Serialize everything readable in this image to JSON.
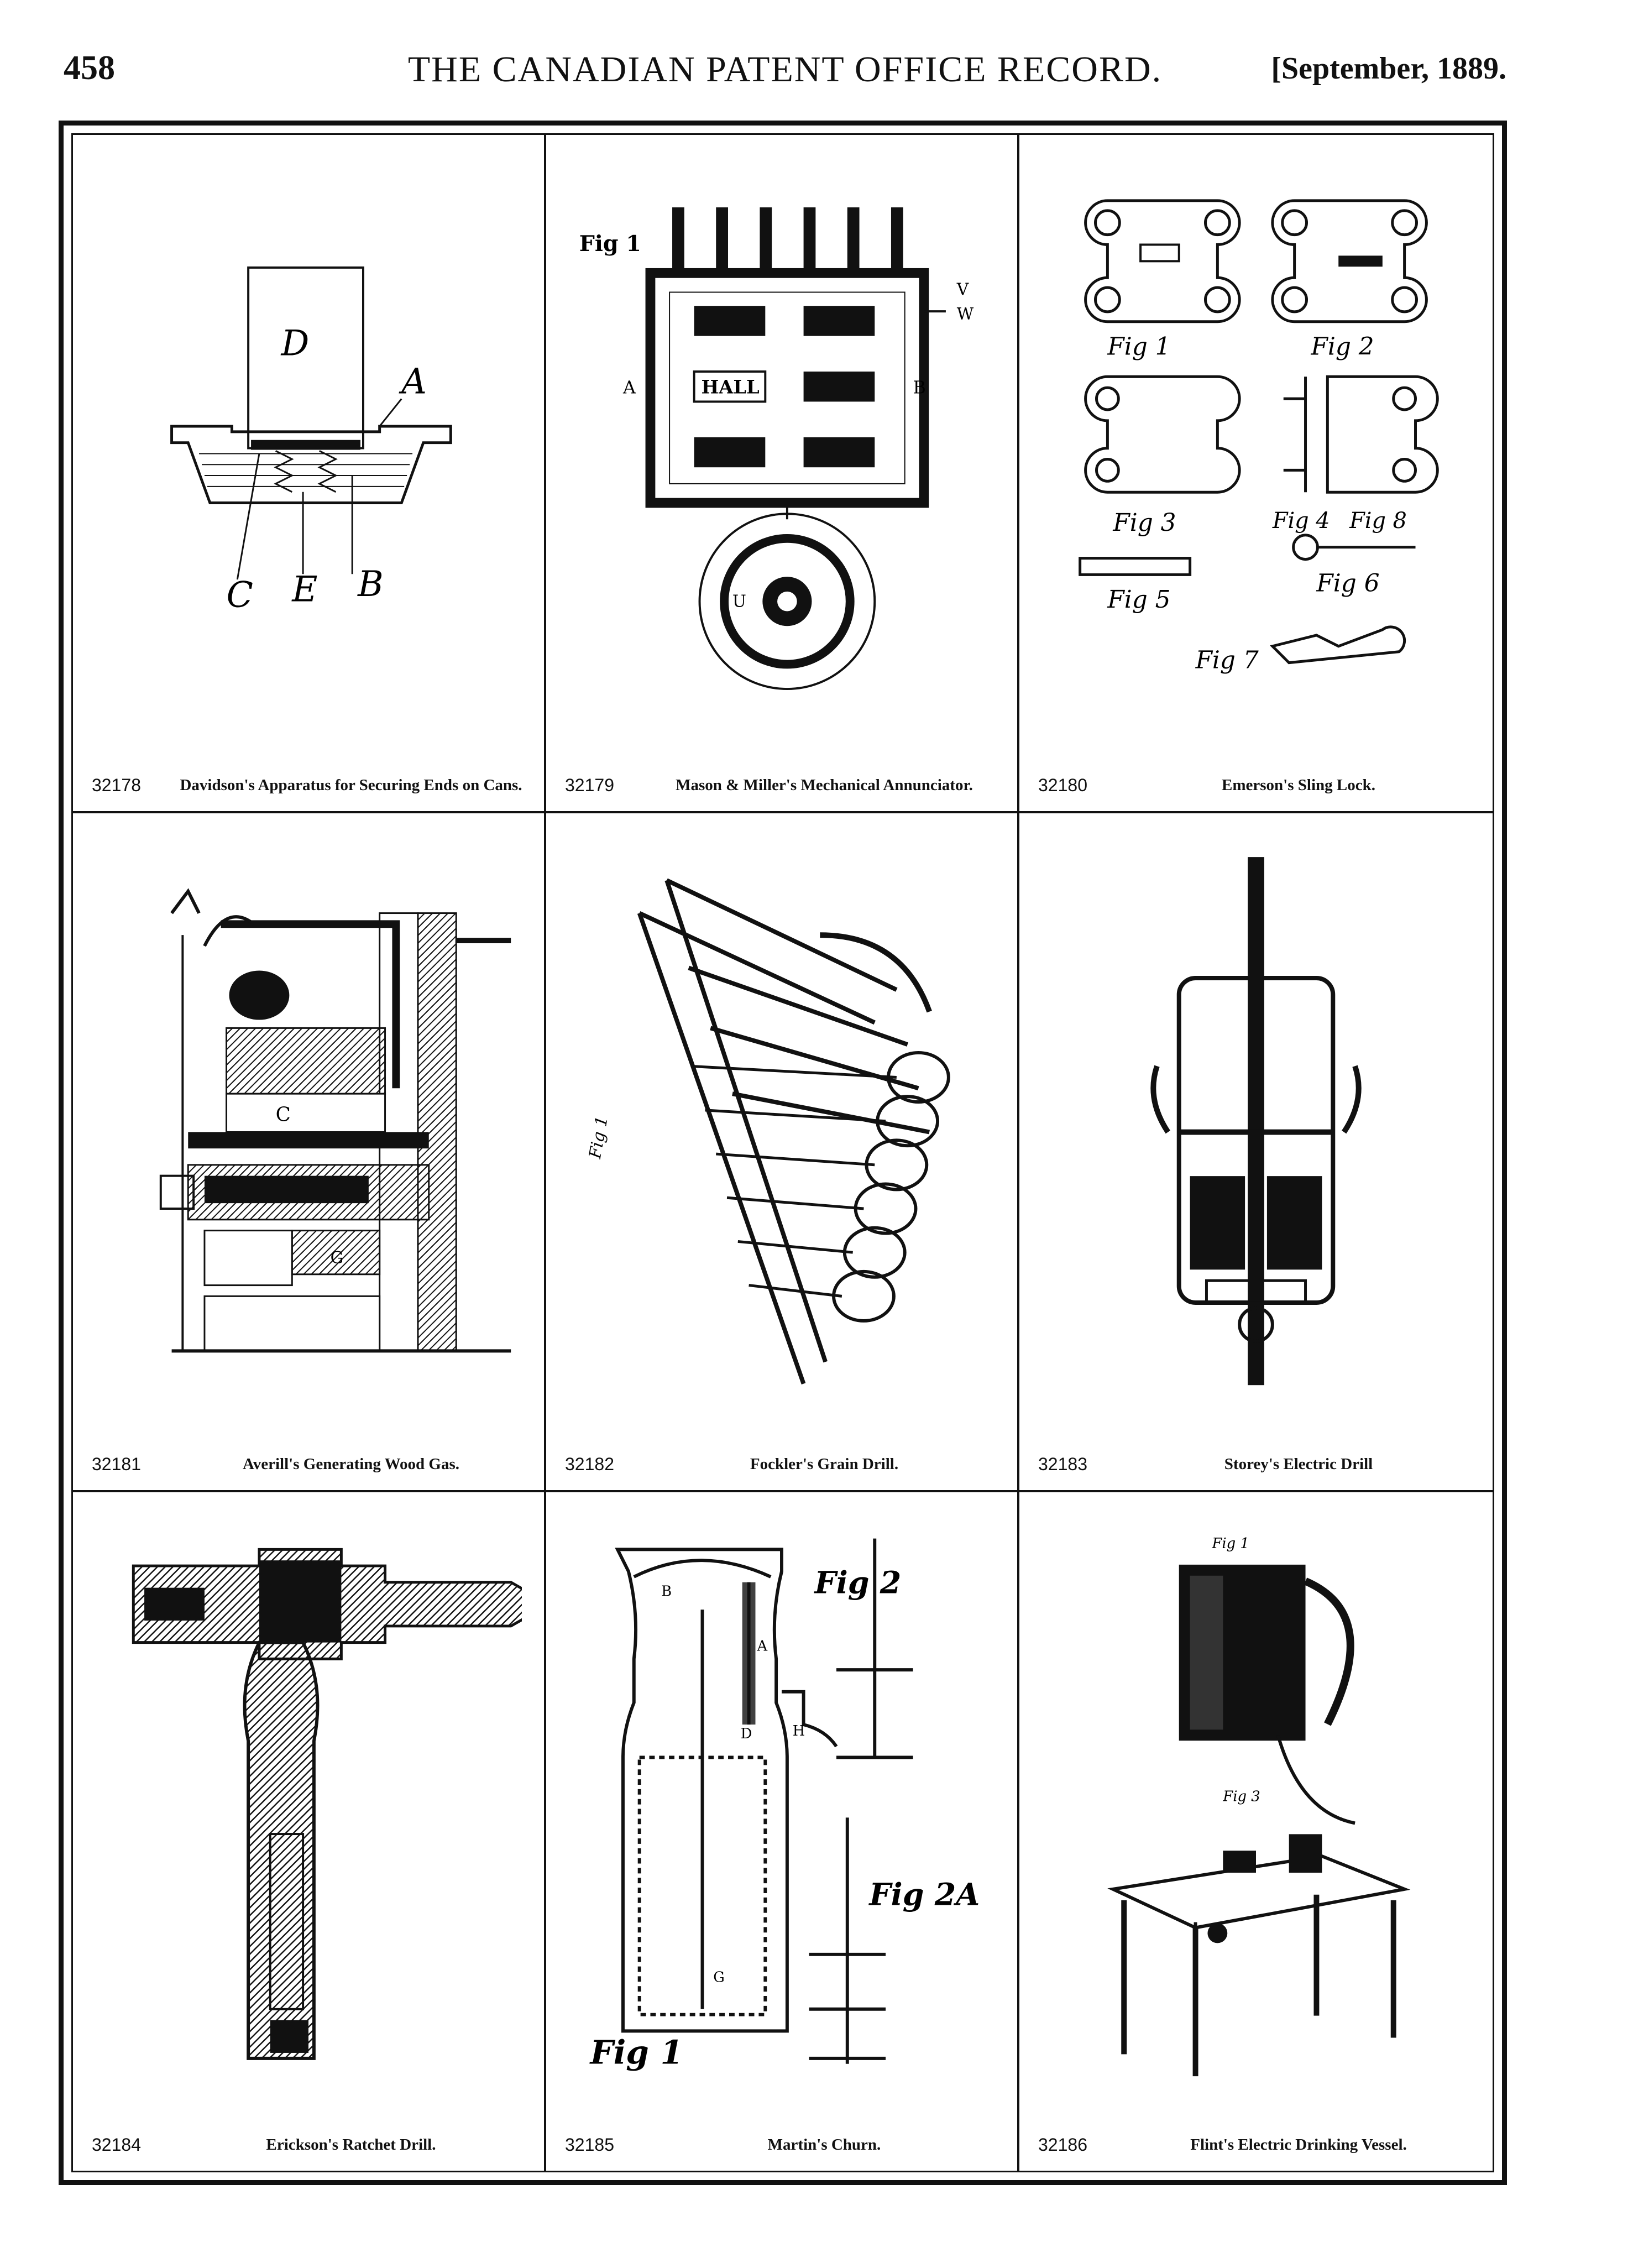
{
  "header": {
    "page_number": "458",
    "title": "THE CANADIAN PATENT OFFICE RECORD.",
    "date": "[September, 1889."
  },
  "patents": [
    {
      "number": "32178",
      "caption": "Davidson's Apparatus for Securing Ends on Cans.",
      "figure_labels": [
        "D",
        "A",
        "C",
        "E",
        "B"
      ]
    },
    {
      "number": "32179",
      "caption": "Mason & Miller's Mechanical Annunciator.",
      "figure_labels": [
        "Fig 1",
        "HALL",
        "A",
        "B",
        "V",
        "W",
        "U"
      ]
    },
    {
      "number": "32180",
      "caption": "Emerson's Sling Lock.",
      "figure_labels": [
        "Fig 1",
        "Fig 2",
        "Fig 3",
        "Fig 4",
        "Fig 8",
        "Fig 5",
        "Fig 6",
        "Fig 7"
      ]
    },
    {
      "number": "32181",
      "caption": "Averill's Generating Wood Gas.",
      "figure_labels": [
        "C",
        "G"
      ]
    },
    {
      "number": "32182",
      "caption": "Fockler's Grain Drill.",
      "figure_labels": [
        "Fig 1"
      ]
    },
    {
      "number": "32183",
      "caption": "Storey's Electric Drill",
      "figure_labels": []
    },
    {
      "number": "32184",
      "caption": "Erickson's Ratchet Drill.",
      "figure_labels": []
    },
    {
      "number": "32185",
      "caption": "Martin's Churn.",
      "figure_labels": [
        "Fig 2",
        "Fig 2A",
        "Fig 1",
        "A",
        "B",
        "D",
        "H",
        "G"
      ]
    },
    {
      "number": "32186",
      "caption": "Flint's Electric Drinking Vessel.",
      "figure_labels": [
        "Fig 1",
        "Fig 3"
      ]
    }
  ]
}
